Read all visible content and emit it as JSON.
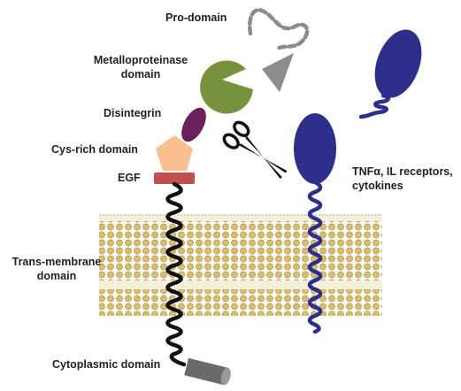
{
  "labels": {
    "pro_domain": "Pro-domain",
    "metalloproteinase_line1": "Metalloproteinase",
    "metalloproteinase_line2": "domain",
    "disintegrin": "Disintegrin",
    "cys_rich": "Cys-rich domain",
    "egf": "EGF",
    "transmembrane_line1": "Trans-membrane",
    "transmembrane_line2": "domain",
    "cytoplasmic": "Cytoplasmic domain",
    "substrate_line1": "TNFα, IL receptors,",
    "substrate_line2": "cytokines"
  },
  "colors": {
    "membrane_head": "#c8a85a",
    "membrane_band": "#efe6c2",
    "metalloproteinase": "#76923c",
    "disintegrin": "#6b1f5b",
    "cys_rich": "#fac090",
    "egf": "#c0504d",
    "pro_domain": "#8c8c8c",
    "substrate": "#2e2e8c",
    "cytoplasmic": "#6a6a6a",
    "chain": "#111111"
  },
  "icons": {
    "cleavage": "scissors-icon"
  }
}
